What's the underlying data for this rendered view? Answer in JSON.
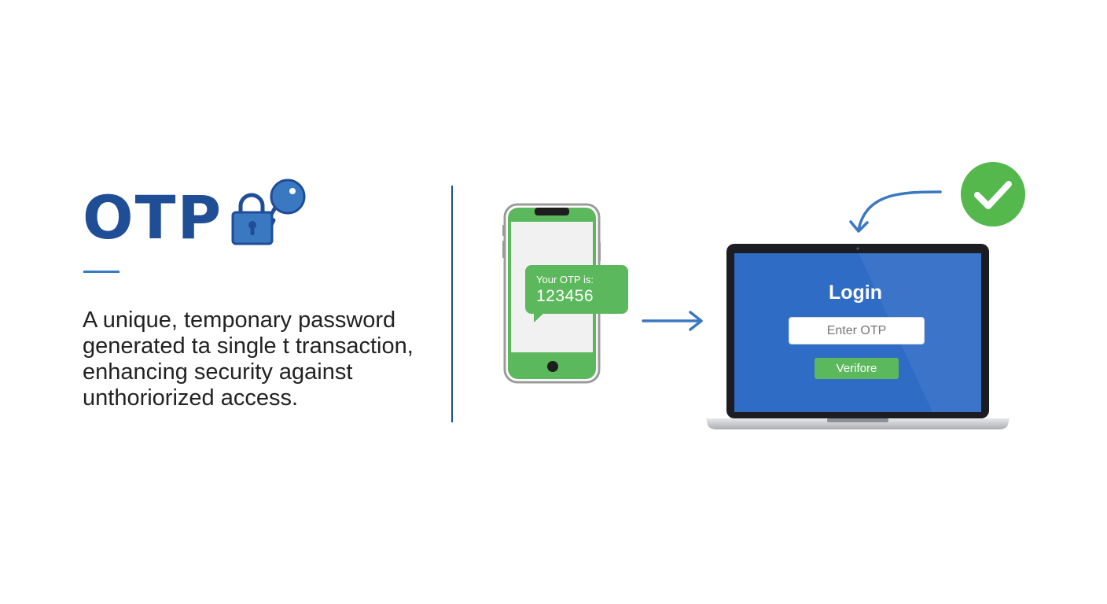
{
  "title": "OTP",
  "description": "A unique, temponary password\ngenerated ta single t transaction,\nenhancing security against\nunthoriorized access.",
  "phone": {
    "sms_label": "Your OTP is:",
    "sms_code": "123456"
  },
  "login": {
    "title": "Login",
    "input_placeholder": "Enter OTP",
    "button_label": "Verifore"
  },
  "icons": {
    "title_icon": "lock-key-icon",
    "phone": "smartphone-icon",
    "arrow": "right-arrow-icon",
    "laptop": "laptop-icon",
    "return_arrow": "curved-arrow-icon",
    "success": "check-circle-icon"
  },
  "colors": {
    "brand_blue": "#1f4e96",
    "accent_blue": "#3a78c2",
    "screen_blue": "#2f6cc6",
    "green": "#5cb85c",
    "check_green": "#55b84c",
    "phone_screen": "#f1f1f1"
  }
}
